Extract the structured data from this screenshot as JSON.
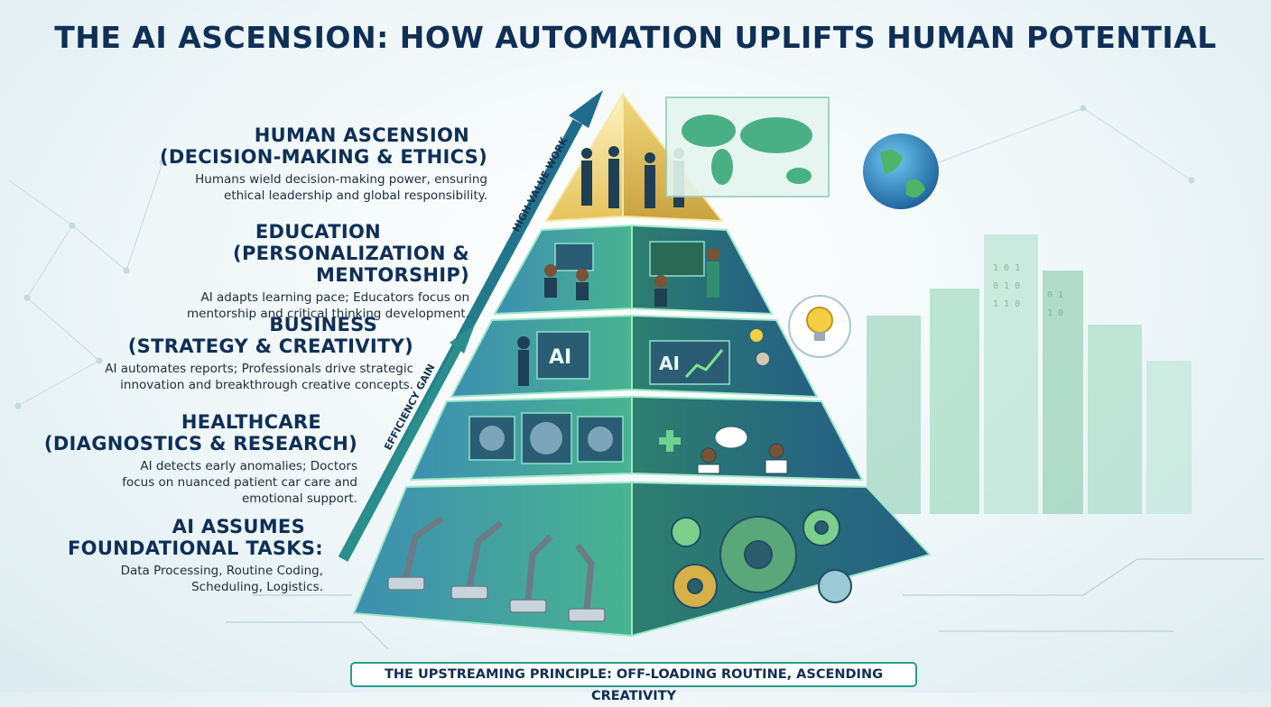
{
  "title": "THE AI ASCENSION: HOW AUTOMATION UPLIFTS HUMAN POTENTIAL",
  "tiers": [
    {
      "heading_line1": "HUMAN ASCENSION",
      "heading_line2": "(DECISION-MAKING & ETHICS)",
      "description_line1": "Humans wield decision-making power, ensuring",
      "description_line2": "ethical leadership and global responsibility."
    },
    {
      "heading_line1": "EDUCATION",
      "heading_line2": "(PERSONALIZATION & MENTORSHIP)",
      "description_line1": "AI adapts learning pace; Educators focus on",
      "description_line2": "mentorship and critical thinking development."
    },
    {
      "heading_line1": "BUSINESS",
      "heading_line2": "(STRATEGY & CREATIVITY)",
      "description_line1": "AI automates reports; Professionals drive strategic",
      "description_line2": "innovation and breakthrough creative concepts.",
      "screen_label_left": "AI",
      "screen_label_right": "AI"
    },
    {
      "heading_line1": "HEALTHCARE",
      "heading_line2": "(DIAGNOSTICS & RESEARCH)",
      "description_line1": "AI detects early anomalies; Doctors",
      "description_line2": "focus on nuanced patient car care and",
      "description_line3": "emotional support."
    },
    {
      "heading_line1": "AI ASSUMES",
      "heading_line2": "FOUNDATIONAL TASKS:",
      "description_line1": "Data Processing, Routine Coding,",
      "description_line2": "Scheduling, Logistics."
    }
  ],
  "arrows": {
    "upper_label": "HIGH-VALUE WORK",
    "lower_label": "EFFICIENCY GAIN"
  },
  "footer": "THE UPSTREAMING PRINCIPLE: OFF-LOADING ROUTINE, ASCENDING CREATIVITY",
  "colors": {
    "title": "#0f2f57",
    "apex": "#f3d77a",
    "tier_green": "#3aa38a",
    "tier_blue": "#2f6f9a",
    "accent_teal": "#2c9c8a"
  },
  "icons": [
    "globe-icon",
    "lightbulb-icon",
    "gear-icon",
    "robot-arm-icon",
    "world-map-icon",
    "chart-icon",
    "speech-bubble-icon",
    "medical-cross-icon"
  ]
}
